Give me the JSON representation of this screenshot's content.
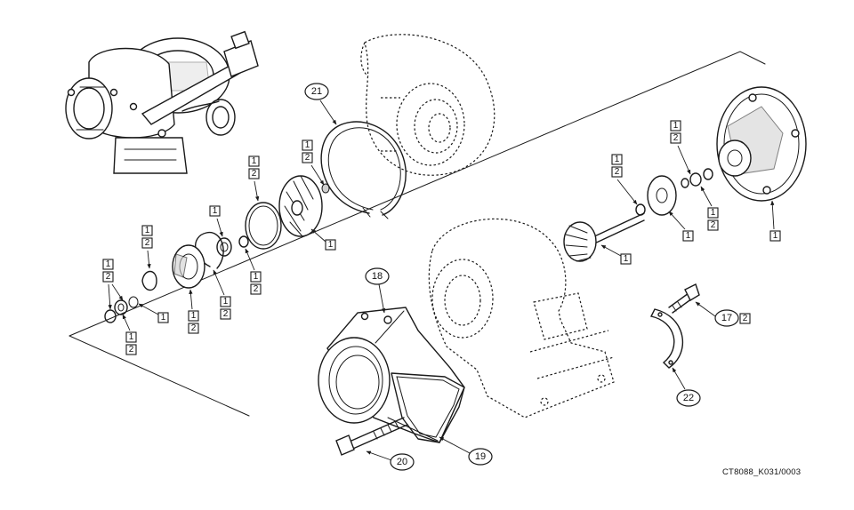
{
  "figure_code": "CT8088_K031/0003",
  "callouts": [
    "21",
    "18",
    "19",
    "20",
    "17",
    "22"
  ],
  "box_labels": [
    "1",
    "2"
  ]
}
